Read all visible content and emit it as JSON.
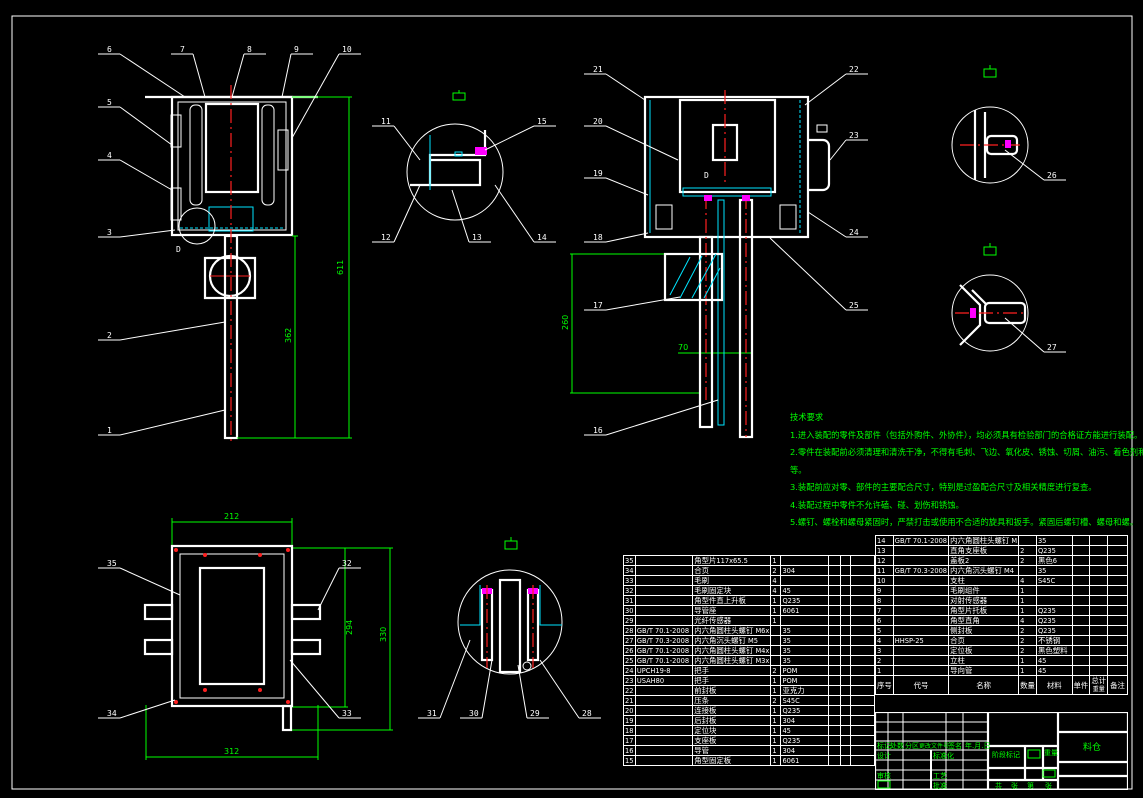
{
  "callouts": [
    "1",
    "2",
    "3",
    "4",
    "5",
    "6",
    "7",
    "8",
    "9",
    "10",
    "11",
    "12",
    "13",
    "14",
    "15",
    "16",
    "17",
    "18",
    "19",
    "20",
    "21",
    "22",
    "23",
    "24",
    "25",
    "26",
    "27",
    "28",
    "29",
    "30",
    "31",
    "32",
    "33",
    "34",
    "35"
  ],
  "dimensions": {
    "d611": "611",
    "d362": "362",
    "d260": "260",
    "d70": "70",
    "d212": "212",
    "d312": "312",
    "d294": "294",
    "d330": "330"
  },
  "detail_marks": {
    "view_a": "D",
    "view_b": "D"
  },
  "requirements": {
    "title": "技术要求",
    "items": [
      "1.进入装配的零件及部件（包括外购件、外协件），均必须具有检验部门的合格证方能进行装配。",
      "2.零件在装配前必须清理和清洗干净，不得有毛刺、飞边、氧化皮、锈蚀、切屑、油污、着色剂和灰尘",
      "等。",
      "3.装配前应对零、部件的主要配合尺寸，特别是过盈配合尺寸及相关精度进行复查。",
      "4.装配过程中零件不允许磕、碰、划伤和锈蚀。",
      "5.螺钉、螺栓和螺母紧固时，严禁打击或使用不合适的旋具和扳手。紧固后螺钉槽、螺母和螺。"
    ]
  },
  "bom_left": [
    [
      "35",
      "",
      "角型片117x65.5",
      "1",
      ""
    ],
    [
      "34",
      "",
      "合页",
      "2",
      "304"
    ],
    [
      "33",
      "",
      "毛刷",
      "4",
      ""
    ],
    [
      "32",
      "",
      "毛刷固定块",
      "4",
      "45"
    ],
    [
      "31",
      "",
      "角型件直上升板",
      "1",
      "Q235"
    ],
    [
      "30",
      "",
      "导管座",
      "1",
      "6061"
    ],
    [
      "29",
      "",
      "光纤传感器",
      "1",
      ""
    ],
    [
      "28",
      "GB/T 70.1-2008",
      "内六角圆柱头螺钉 M6x",
      "",
      "35"
    ],
    [
      "27",
      "GB/T 70.3-2008",
      "内六角沉头螺钉 M5",
      "",
      "35"
    ],
    [
      "26",
      "GB/T 70.1-2008",
      "内六角圆柱头螺钉 M4x",
      "",
      "35"
    ],
    [
      "25",
      "GB/T 70.1-2008",
      "内六角圆柱头螺钉 M3x",
      "",
      "35"
    ],
    [
      "24",
      "UPCH19-8",
      "把手",
      "2",
      "POM"
    ],
    [
      "23",
      "USAH80",
      "把手",
      "1",
      "POM"
    ],
    [
      "22",
      "",
      "前封板",
      "1",
      "亚克力"
    ],
    [
      "21",
      "",
      "压条",
      "2",
      "S45C"
    ],
    [
      "20",
      "",
      "连接板",
      "1",
      "Q235"
    ],
    [
      "19",
      "",
      "后封板",
      "1",
      "304"
    ],
    [
      "18",
      "",
      "定位块",
      "1",
      "45"
    ],
    [
      "17",
      "",
      "支座板",
      "1",
      "Q235"
    ],
    [
      "16",
      "",
      "导管",
      "1",
      "304"
    ],
    [
      "15",
      "",
      "角型固定板",
      "1",
      "6061"
    ]
  ],
  "bom_right": [
    [
      "14",
      "GB/T 70.1-2008",
      "内六角圆柱头螺钉 M",
      "",
      "35"
    ],
    [
      "13",
      "",
      "直角支座板",
      "2",
      "Q235"
    ],
    [
      "12",
      "",
      "盖板2",
      "2",
      "黑色6"
    ],
    [
      "11",
      "GB/T 70.3-2008",
      "内六角沉头螺钉 M4",
      "",
      "35"
    ],
    [
      "10",
      "",
      "支柱",
      "4",
      "S45C"
    ],
    [
      "9",
      "",
      "毛刷组件",
      "1",
      ""
    ],
    [
      "8",
      "",
      "对射传感器",
      "1",
      ""
    ],
    [
      "7",
      "",
      "角型片托板",
      "1",
      "Q235"
    ],
    [
      "6",
      "",
      "角型直角",
      "4",
      "Q235"
    ],
    [
      "5",
      "",
      "侧封板",
      "2",
      "Q235"
    ],
    [
      "4",
      "HHSP-25",
      "合页",
      "2",
      "不锈钢"
    ],
    [
      "3",
      "",
      "定位板",
      "2",
      "黑色塑料"
    ],
    [
      "2",
      "",
      "立柱",
      "1",
      "45"
    ],
    [
      "1",
      "",
      "导向管",
      "1",
      "45"
    ]
  ],
  "bom_header": {
    "no": "序号",
    "code": "代号",
    "name": "名称",
    "qty": "数量",
    "material": "材料",
    "unit": "单件",
    "total": "总计",
    "weight": "重量",
    "remark": "备注"
  },
  "title_block": {
    "mark": "标记",
    "count": "处数",
    "zone": "分区",
    "change": "更改文件号",
    "sign": "签名",
    "date": "年.月.日",
    "design": "设计",
    "standard": "标准化",
    "check": "审核",
    "process": "工艺",
    "approve": "批准",
    "stage": "阶段标记",
    "weight": "重量",
    "scale": "比例",
    "sheets": "共",
    "sheet_of": "张",
    "sheet_no": "第",
    "sheet_unit": "张",
    "drawing_title": "料仓"
  }
}
